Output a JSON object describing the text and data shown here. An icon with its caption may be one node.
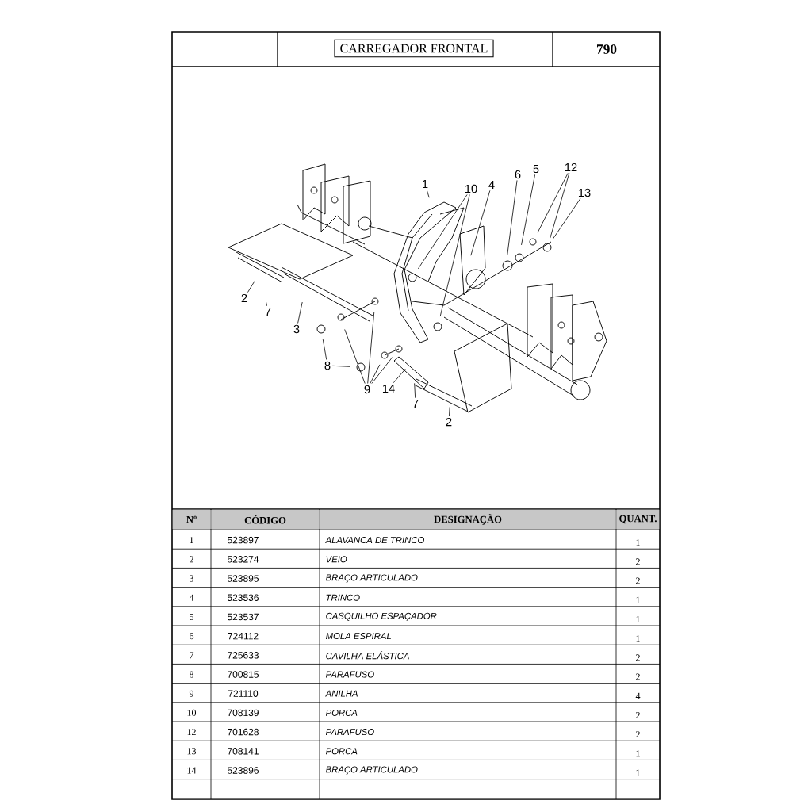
{
  "diagram": {
    "title": "CARREGADOR FRONTAL",
    "nodes": [
      {
        "text": [
          "1"
        ]
      },
      {
        "text": [
          "10"
        ]
      },
      {
        "text": [
          "4"
        ]
      },
      {
        "text": [
          "6"
        ]
      },
      {
        "text": [
          "5"
        ]
      },
      {
        "text": [
          "12"
        ]
      },
      {
        "text": [
          "13"
        ]
      },
      {
        "text": [
          "2"
        ]
      },
      {
        "text": [
          "7"
        ]
      },
      {
        "text": [
          "3"
        ]
      },
      {
        "text": [
          "8"
        ]
      },
      {
        "text": [
          "9"
        ]
      },
      {
        "text": [
          "14"
        ]
      },
      {
        "text": [
          "7"
        ]
      },
      {
        "text": [
          "2"
        ]
      }
    ],
    "edges": [
      {
        "from": 0,
        "to": null,
        "arrow": "none"
      },
      {
        "from": 1,
        "to": null,
        "arrow": "none"
      },
      {
        "from": 1,
        "to": null,
        "arrow": "none"
      },
      {
        "from": 2,
        "to": null,
        "arrow": "none"
      },
      {
        "from": 3,
        "to": null,
        "arrow": "none"
      },
      {
        "from": 4,
        "to": null,
        "arrow": "none"
      },
      {
        "from": 5,
        "to": null,
        "arrow": "none"
      },
      {
        "from": 5,
        "to": null,
        "arrow": "none"
      },
      {
        "from": 6,
        "to": null,
        "arrow": "none"
      },
      {
        "from": 7,
        "to": null,
        "arrow": "none"
      },
      {
        "from": 8,
        "to": null,
        "arrow": "none"
      },
      {
        "from": 9,
        "to": null,
        "arrow": "none"
      },
      {
        "from": 10,
        "to": null,
        "arrow": "none"
      },
      {
        "from": 10,
        "to": null,
        "arrow": "none"
      },
      {
        "from": 11,
        "to": null,
        "arrow": "none"
      },
      {
        "from": 11,
        "to": null,
        "arrow": "none"
      },
      {
        "from": 11,
        "to": null,
        "arrow": "none"
      },
      {
        "from": 11,
        "to": null,
        "arrow": "none"
      },
      {
        "from": 12,
        "to": null,
        "arrow": "none"
      },
      {
        "from": 13,
        "to": null,
        "arrow": "none"
      },
      {
        "from": 14,
        "to": null,
        "arrow": "none"
      }
    ],
    "labels": [
      "790",
      "Nº",
      "CÓDIGO",
      "DESIGNAÇÃO",
      "QUANT.",
      "1",
      "523897",
      "ALAVANCA DE TRINCO",
      "1",
      "2",
      "523274",
      "VEIO",
      "2",
      "3",
      "523895",
      "BRAÇO ARTICULADO",
      "2",
      "4",
      "523536",
      "TRINCO",
      "1",
      "5",
      "523537",
      "CASQUILHO ESPAÇADOR",
      "1",
      "6",
      "724112",
      "MOLA ESPIRAL",
      "1",
      "7",
      "725633",
      "CAVILHA ELÁSTICA",
      "2",
      "8",
      "700815",
      "PARAFUSO",
      "2",
      "9",
      "721110",
      "ANILHA",
      "4",
      "10",
      "708139",
      "PORCA",
      "2",
      "12",
      "701628",
      "PARAFUSO",
      "2",
      "13",
      "708141",
      "PORCA",
      "1",
      "14",
      "523896",
      "BRAÇO ARTICULADO",
      "1"
    ]
  }
}
